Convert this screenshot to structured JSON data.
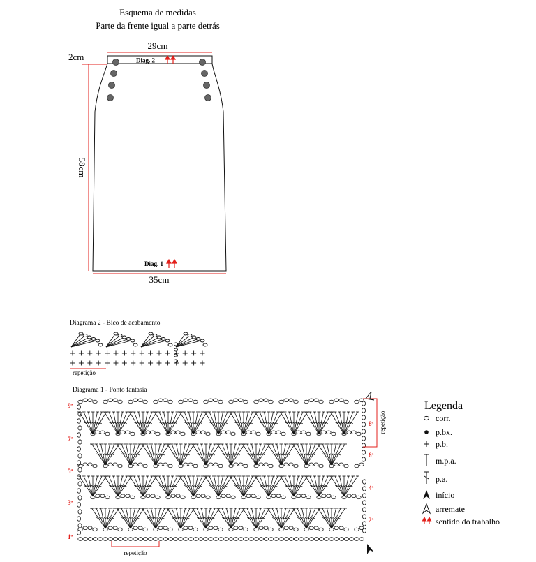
{
  "header": {
    "title": "Esquema de medidas",
    "subtitle": "Parte da frente igual a parte detrás"
  },
  "schematic": {
    "top_width": "29cm",
    "bottom_width": "35cm",
    "band_height": "2cm",
    "body_height": "58cm",
    "diag2_label": "Diag. 2",
    "diag1_label": "Diag. 1",
    "arrow_color": "#e3211c",
    "measure_color": "#e3211c",
    "button_color": "#666666"
  },
  "diagram2": {
    "title": "Diagrama 2 - Bico de acabamento",
    "repeat_label": "repetição"
  },
  "diagram1": {
    "title": "Diagrama 1 - Ponto fantasia",
    "repeat_label": "repetição",
    "side_repeat_label": "repetição",
    "rows_left": [
      "9ª",
      "7ª",
      "5ª",
      "3ª",
      "1ª"
    ],
    "rows_right": [
      "8ª",
      "6ª",
      "4ª",
      "2ª"
    ],
    "row_number_color": "#e3211c"
  },
  "legend": {
    "title": "Legenda",
    "items": [
      {
        "symbol": "chain-icon",
        "label": "corr."
      },
      {
        "symbol": "slip-stitch-icon",
        "label": "p.bx."
      },
      {
        "symbol": "single-crochet-icon",
        "label": "p.b."
      },
      {
        "symbol": "half-double-crochet-icon",
        "label": "m.p.a."
      },
      {
        "symbol": "double-crochet-icon",
        "label": "p.a."
      },
      {
        "symbol": "start-arrow-icon",
        "label": "início"
      },
      {
        "symbol": "finish-arrow-icon",
        "label": "arremate"
      },
      {
        "symbol": "direction-arrows-icon",
        "label": "sentido do trabalho"
      }
    ]
  }
}
